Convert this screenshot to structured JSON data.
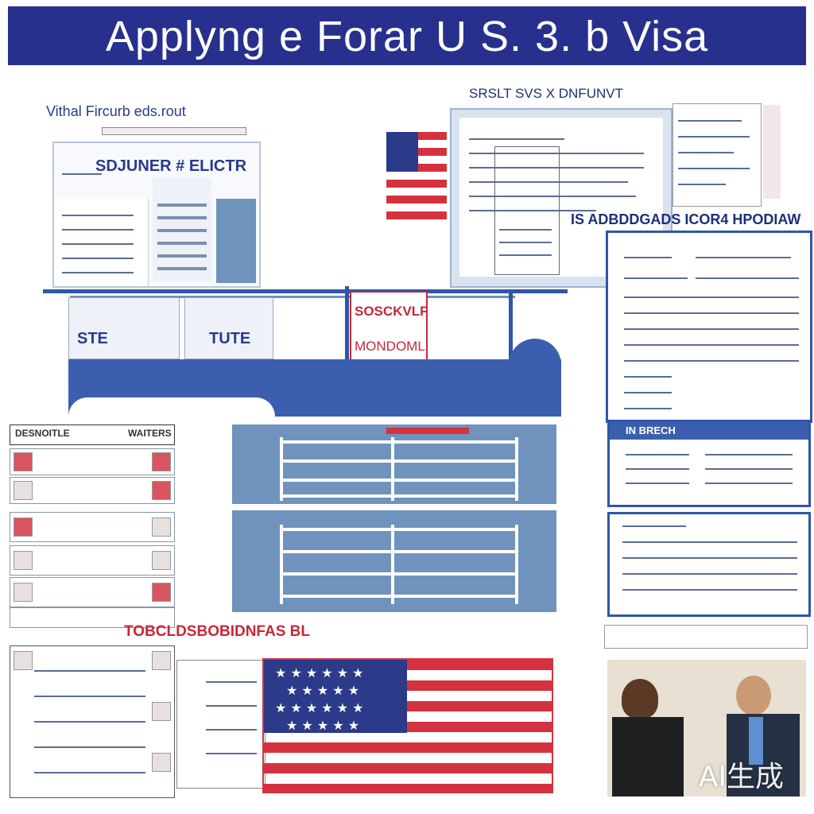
{
  "header": {
    "title": "Applyng e Forar U S. 3. b Visa"
  },
  "labels": {
    "top_left": "Vithal Fircurb eds.rout",
    "top_center": "SRSLT SVS X DNFUNVT",
    "left_heading": "SDJUNER # ELICTR",
    "right_heading": "IS ADBDDGADS ICOR4 HPODIAW",
    "center_top": "SOSCKVLF",
    "center_bottom": "MONDOMLI",
    "left_panel_a": "STE",
    "left_panel_b": "TUTE",
    "table_left_a": "DESNOITLE",
    "table_left_b": "WAITERS",
    "right_table_title": "IN BRECH",
    "bottom_banner": "TOBCLDSBOBIDNFAS BL"
  },
  "watermark": "AI生成",
  "colors": {
    "banner": "#28308e",
    "accent_blue": "#2f56a8",
    "light_blue": "#6f93bd",
    "flag_red": "#d5323f",
    "flag_blue": "#2c3a8a"
  }
}
